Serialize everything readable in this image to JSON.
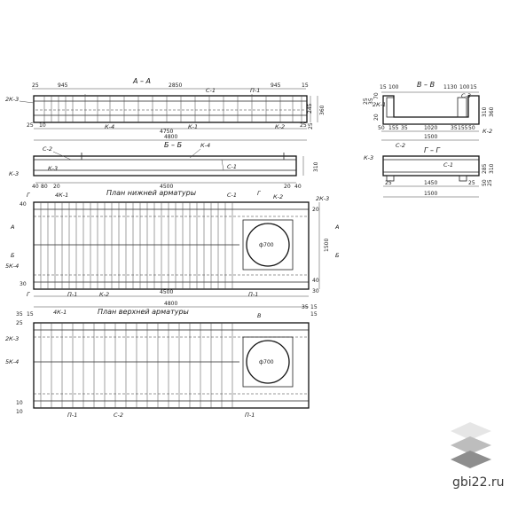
{
  "sections": {
    "aa": {
      "title": "А – А",
      "dims_top": [
        "25",
        "945",
        "2850",
        "945",
        "15"
      ],
      "dims_bottom": [
        "25",
        "10",
        "4750",
        "25"
      ],
      "overall": "4800",
      "heights": [
        "245",
        "360",
        "25"
      ],
      "labels": [
        "2К-3",
        "К-4",
        "К-1",
        "К-2",
        "П-1",
        "С-1"
      ]
    },
    "bb": {
      "title": "Б – Б",
      "dims_bottom": [
        "40",
        "80",
        "20",
        "4500",
        "20",
        "40"
      ],
      "height": "310",
      "labels": [
        "С-2",
        "К-4",
        "К-3",
        "К-3",
        "С-1"
      ]
    },
    "vv": {
      "title": "В – В",
      "dims_top": [
        "15",
        "100",
        "1130",
        "100",
        "15"
      ],
      "dims_mid": [
        "50",
        "155",
        "35",
        "1020",
        "35",
        "155",
        "50"
      ],
      "overall": "1500",
      "heights": [
        "25",
        "35",
        "70",
        "20",
        "310",
        "360"
      ],
      "labels": [
        "2К-1",
        "С-3",
        "К-2"
      ]
    },
    "gg": {
      "title": "Г – Г",
      "dims_bottom": [
        "25",
        "1450",
        "25"
      ],
      "overall": "1500",
      "heights": [
        "285",
        "310",
        "50",
        "25"
      ],
      "labels": [
        "С-2",
        "К-3",
        "С-1"
      ]
    },
    "plan_lower": {
      "title": "План нижней арматуры",
      "dims_bottom": [
        "4500"
      ],
      "overall": "4800",
      "height": "1500",
      "hole": "ф700",
      "labels": [
        "Г",
        "4К-1",
        "С-1",
        "К-2",
        "2К-3",
        "А",
        "А",
        "Б",
        "Б",
        "5К-4",
        "Г",
        "П-1",
        "К-2",
        "П-1",
        "Г"
      ],
      "dims_small": [
        "40",
        "30",
        "20",
        "40",
        "30"
      ]
    },
    "plan_upper": {
      "title": "План верхней арматуры",
      "hole": "ф700",
      "labels": [
        "4К-1",
        "В",
        "2К-3",
        "5К-4",
        "П-1",
        "С-2",
        "П-1"
      ],
      "dims": [
        "35",
        "15",
        "25",
        "15",
        "35",
        "15",
        "10",
        "10"
      ]
    }
  },
  "logo": {
    "text": "gbi22.ru",
    "colors": {
      "light": "#e6e6e6",
      "mid": "#bdbdbd",
      "dark": "#8e8e8e"
    }
  }
}
